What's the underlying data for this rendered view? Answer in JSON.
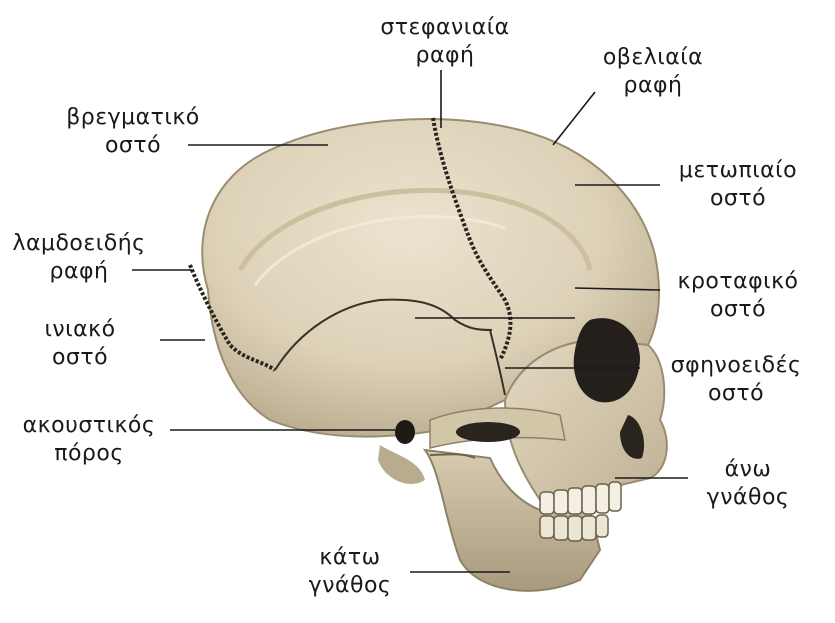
{
  "labels": {
    "coronal_suture": {
      "line1": "στεφανιαία",
      "line2": "ραφή"
    },
    "sagittal_suture": {
      "line1": "οβελιαία",
      "line2": "ραφή"
    },
    "parietal_bone": {
      "line1": "βρεγματικό",
      "line2": "οστό"
    },
    "frontal_bone": {
      "line1": "μετωπιαίο",
      "line2": "οστό"
    },
    "lambdoid_suture": {
      "line1": "λαμδοειδής",
      "line2": "ραφή"
    },
    "temporal_bone": {
      "line1": "κροταφικό",
      "line2": "οστό"
    },
    "occipital_bone": {
      "line1": "ινιακό",
      "line2": "οστό"
    },
    "sphenoid_bone": {
      "line1": "σφηνοειδές",
      "line2": "οστό"
    },
    "acoustic_meatus": {
      "line1": "ακουστικός",
      "line2": "πόρος"
    },
    "maxilla": {
      "line1": "άνω",
      "line2": "γνάθος"
    },
    "mandible": {
      "line1": "κάτω",
      "line2": "γνάθος"
    }
  },
  "colors": {
    "bone_light": "#e9dfc9",
    "bone_mid": "#d8ccb0",
    "bone_shadow": "#b9ab8e",
    "bone_dark": "#8f8168",
    "cavity": "#1e1a16",
    "line": "#1a1a1a"
  }
}
